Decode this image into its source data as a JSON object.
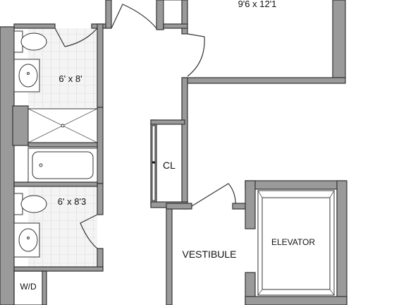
{
  "plan": {
    "colors": {
      "wall": "#9a9a9a",
      "outline": "#333333",
      "tile": "#f2f2f2",
      "background": "#ffffff"
    },
    "labels": {
      "bedroom_dims": "9'6 x 12'1",
      "bath1_dims": "6' x 8'",
      "bath2_dims": "6' x 8'3",
      "closet": "CL",
      "vestibule": "VESTIBULE",
      "elevator": "ELEVATOR",
      "laundry": "W/D"
    }
  }
}
